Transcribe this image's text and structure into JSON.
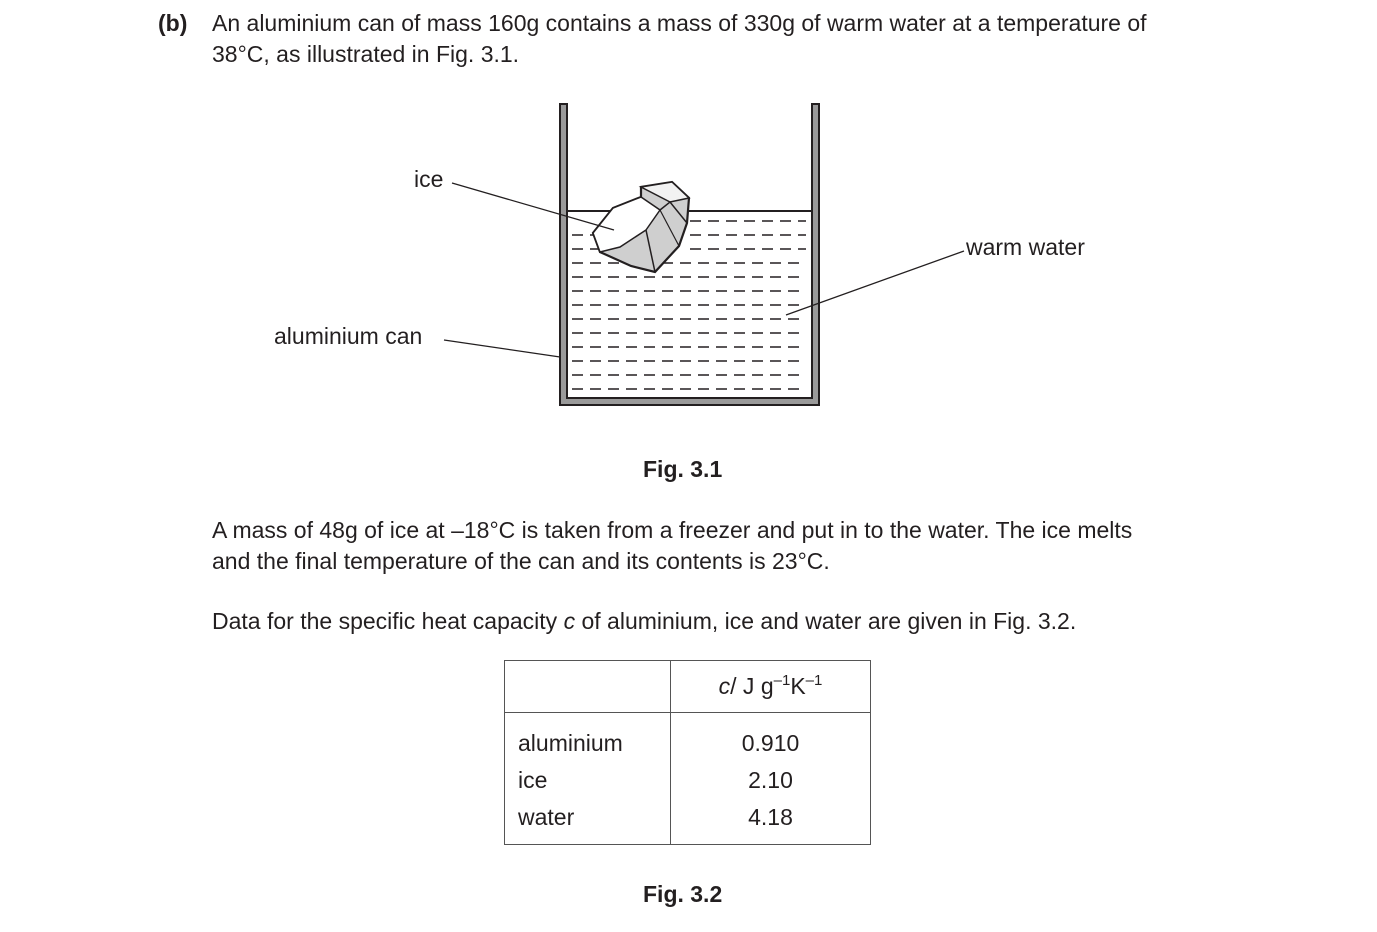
{
  "question": {
    "part_label": "(b)",
    "line1": "An aluminium can of mass 160g contains a mass of 330g of warm water at a temperature of",
    "line2": "38°C, as illustrated in Fig. 3.1."
  },
  "figure1": {
    "labels": {
      "ice": "ice",
      "can": "aluminium can",
      "water": "warm water"
    },
    "caption": "Fig. 3.1"
  },
  "paragraph2": {
    "line1": "A mass of 48g of ice at –18°C is taken from a freezer and put in to the water. The ice melts",
    "line2": "and the final temperature of the can and its contents is 23°C."
  },
  "paragraph3": {
    "line1": "Data for the specific heat capacity",
    "symbol": "c",
    "line1_rest": "of aluminium, ice and water are given in Fig. 3.2."
  },
  "table": {
    "unit_symbol": "c",
    "unit_text": "/ J g",
    "unit_exp1": "–1",
    "unit_k": "K",
    "unit_exp2": "–1",
    "rows": [
      {
        "material": "aluminium",
        "value": "0.910"
      },
      {
        "material": "ice",
        "value": "2.10"
      },
      {
        "material": "water",
        "value": "4.18"
      }
    ],
    "caption": "Fig. 3.2"
  }
}
